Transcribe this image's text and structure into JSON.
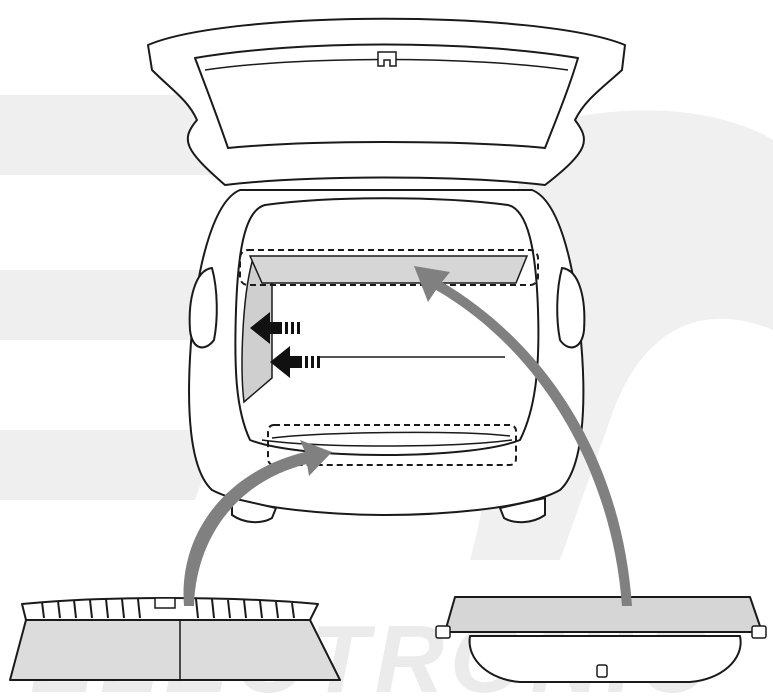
{
  "watermark": {
    "text": "ELECTRONIC"
  },
  "colors": {
    "background": "#ffffff",
    "watermark": "#ebebeb",
    "outline": "#1a1a1a",
    "panel_fill": "#d9d9d9",
    "curve_arrow": "#808080",
    "push_arrow": "#111111"
  },
  "figure": {
    "subject": "rear-hatch-cargo-area",
    "components": [
      "luggage-board",
      "tonneau-cover"
    ],
    "placement_zones": [
      "upper-cover-mount",
      "lower-board-mount"
    ],
    "direction_arrows": 2,
    "install_arrows": 2
  }
}
